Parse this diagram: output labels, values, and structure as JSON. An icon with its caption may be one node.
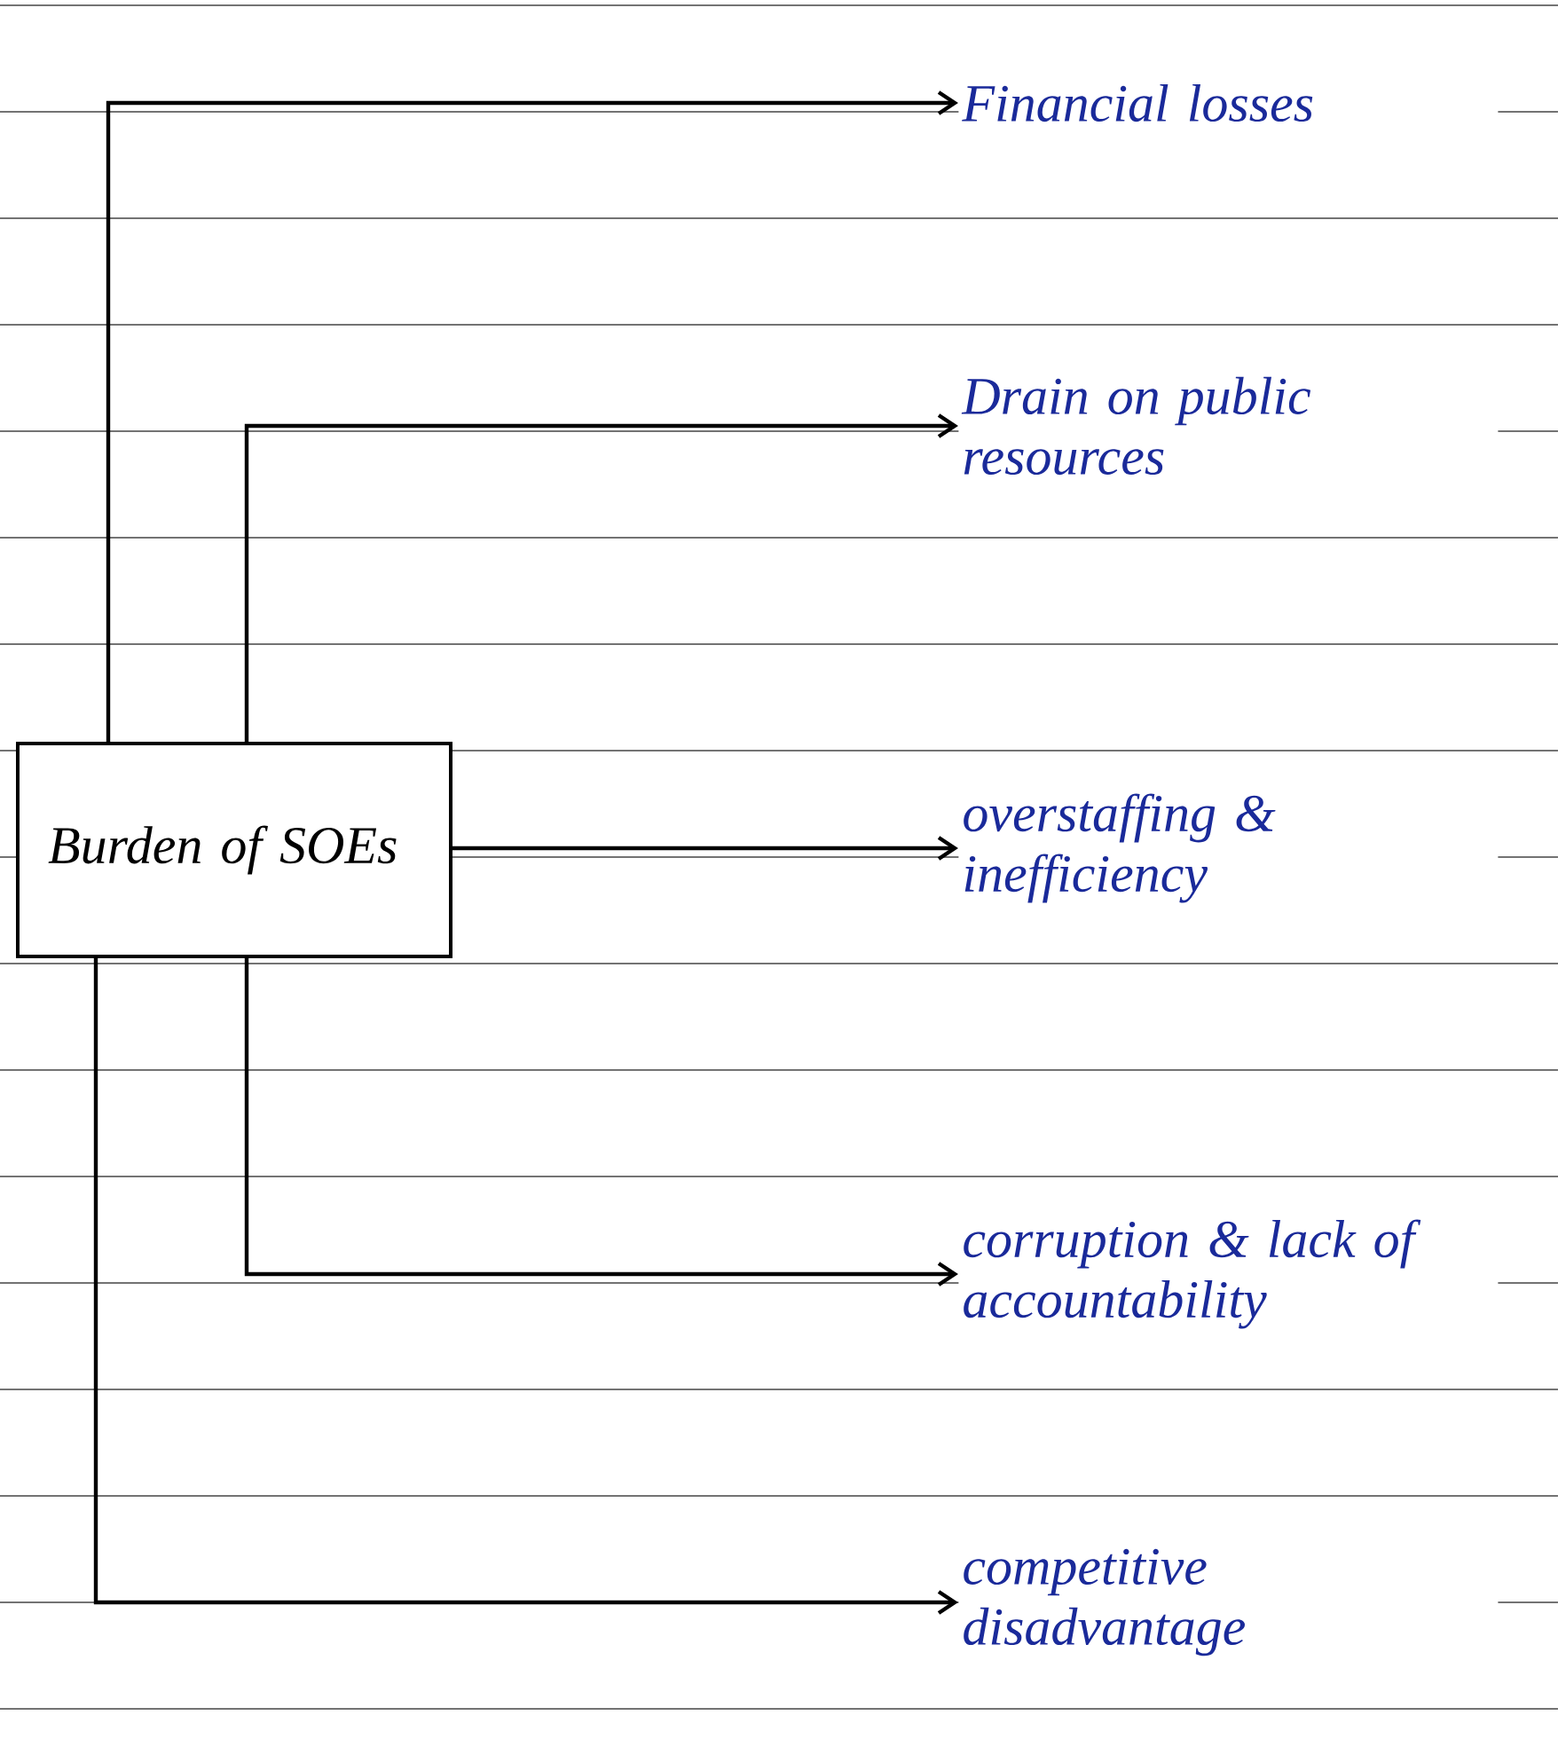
{
  "diagram": {
    "nodes": [
      {
        "text": [
          "Burden of SOEs"
        ]
      },
      {
        "text": [
          "Financial losses"
        ]
      },
      {
        "text": [
          "Drain on public resources"
        ]
      },
      {
        "text": [
          "overstaffing & inefficiency"
        ]
      },
      {
        "text": [
          "corruption & lack of accountability"
        ]
      },
      {
        "text": [
          "competitive disadvantage"
        ]
      }
    ],
    "edges": [
      {
        "from": 0,
        "to": 1,
        "arrow": "to"
      },
      {
        "from": 0,
        "to": 2,
        "arrow": "to"
      },
      {
        "from": 0,
        "to": 3,
        "arrow": "to"
      },
      {
        "from": 0,
        "to": 4,
        "arrow": "to"
      },
      {
        "from": 0,
        "to": 5,
        "arrow": "to"
      }
    ]
  }
}
